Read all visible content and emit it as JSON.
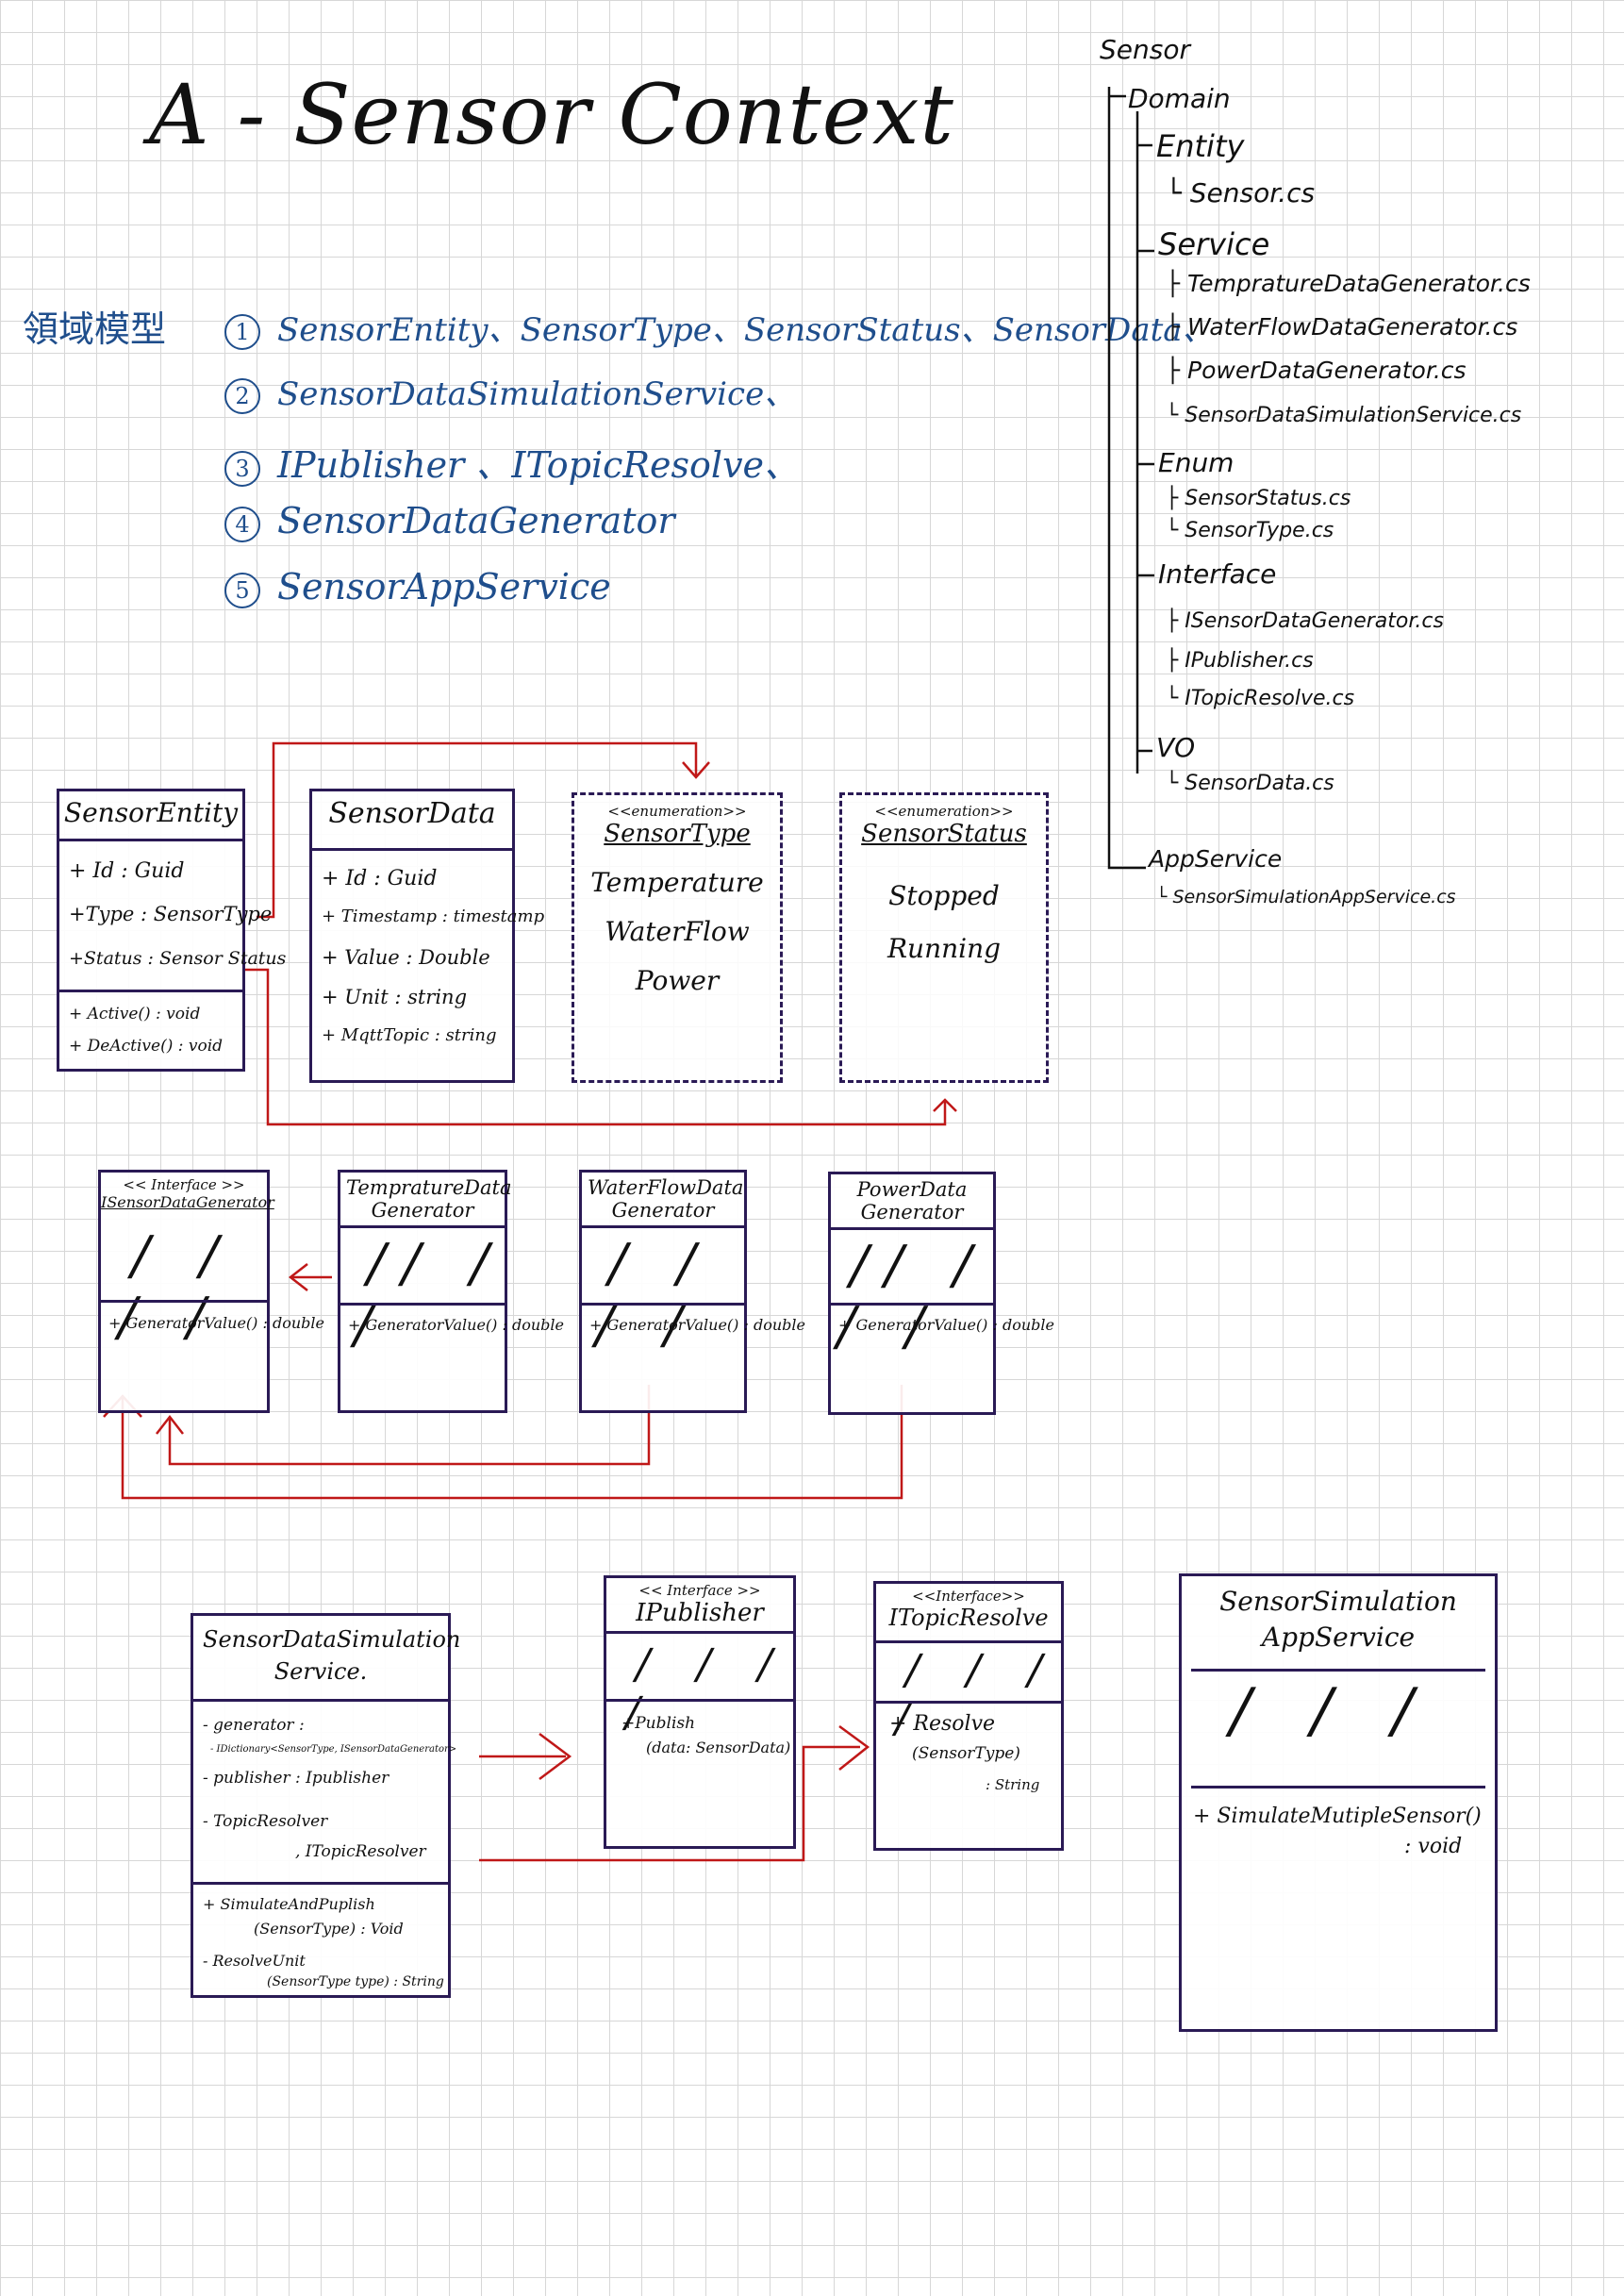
{
  "title": "A - Sensor Context",
  "domain_model": {
    "label": "領域模型",
    "items": [
      {
        "num": "1",
        "text": "SensorEntity、SensorType、SensorStatus、SensorData、"
      },
      {
        "num": "2",
        "text": "SensorDataSimulationService、"
      },
      {
        "num": "3",
        "text": "IPublisher 、ITopicResolve、"
      },
      {
        "num": "4",
        "text": "SensorDataGenerator"
      },
      {
        "num": "5",
        "text": "SensorAppService"
      }
    ]
  },
  "tree": {
    "root": "Sensor",
    "domain": "Domain",
    "entity": "Entity",
    "entity_file": "Sensor.cs",
    "service": "Service",
    "service_files": [
      "TempratureDataGenerator.cs",
      "WaterFlowDataGenerator.cs",
      "PowerDataGenerator.cs",
      "SensorDataSimulationService.cs"
    ],
    "enum": "Enum",
    "enum_files": [
      "SensorStatus.cs",
      "SensorType.cs"
    ],
    "interface": "Interface",
    "interface_files": [
      "ISensorDataGenerator.cs",
      "IPublisher.cs",
      "ITopicResolve.cs"
    ],
    "vo": "VO",
    "vo_file": "SensorData.cs",
    "appservice": "AppService",
    "appservice_file": "SensorSimulationAppService.cs"
  },
  "classes": {
    "sensor_entity": {
      "name": "SensorEntity",
      "attrs": [
        "+ Id : Guid",
        "+Type : SensorType",
        "+Status : Sensor Status"
      ],
      "methods": [
        "+ Active() : void",
        "+ DeActive() : void"
      ]
    },
    "sensor_data": {
      "name": "SensorData",
      "attrs": [
        "+ Id : Guid",
        "+ Timestamp : timestamp",
        "+ Value : Double",
        "+ Unit : string",
        "+ MqttTopic : string"
      ]
    },
    "sensor_type": {
      "stereotype": "<<enumeration>>",
      "name": "SensorType",
      "values": [
        "Temperature",
        "WaterFlow",
        "Power"
      ]
    },
    "sensor_status": {
      "stereotype": "<<enumeration>>",
      "name": "SensorStatus",
      "values": [
        "Stopped",
        "Running"
      ]
    },
    "i_sensor_data_generator": {
      "stereotype": "<< Interface >>",
      "name": "ISensorDataGenerator",
      "hatch": "/ / / /",
      "method": "+ GeneratorValue() : double"
    },
    "temprature_generator": {
      "name": "TempratureData Generator",
      "hatch": "// / /",
      "method": "+ GeneratorValue() : double"
    },
    "waterflow_generator": {
      "name": "WaterFlowData Generator",
      "hatch": "/ / / /",
      "method": "+ GeneratorValue() : double"
    },
    "power_generator": {
      "name": "PowerData Generator",
      "hatch": "// / / /",
      "method": "+ GeneratorValue() : double"
    },
    "simulation_service": {
      "name": "SensorDataSimulation Service.",
      "attrs": [
        "- generator :",
        "- IDictionary<SensorType, ISensorDataGenerator>",
        "- publisher : Ipublisher",
        "- TopicResolver",
        ", ITopicResolver"
      ],
      "methods": [
        "+ SimulateAndPuplish",
        "(SensorType) : Void",
        "- ResolveUnit",
        "(SensorType type) : String"
      ]
    },
    "i_publisher": {
      "stereotype": "<< Interface >>",
      "name": "IPublisher",
      "hatch": "/ / / /",
      "method": "+Publish",
      "method2": "(data: SensorData)"
    },
    "i_topic_resolve": {
      "stereotype": "<<Interface>>",
      "name": "ITopicResolve",
      "hatch": "/ / / /",
      "method": "+ Resolve",
      "method2": "(SensorType)",
      "method3": ": String"
    },
    "app_service": {
      "name": "SensorSimulation AppService",
      "hatch": "/  /  /",
      "method": "+ SimulateMutipleSensor()",
      "method2": ": void"
    }
  },
  "colors": {
    "arrow": "#c01818",
    "ink": "#2a1a55",
    "blue_ink": "#1f4e8c"
  }
}
